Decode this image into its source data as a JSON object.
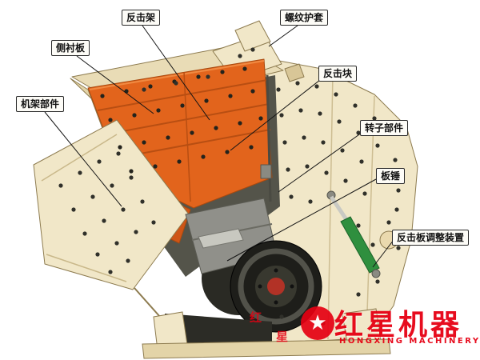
{
  "diagram": {
    "labels": [
      {
        "name": "impact-frame",
        "text": "反击架"
      },
      {
        "name": "thread-sleeve",
        "text": "螺纹护套"
      },
      {
        "name": "side-liner",
        "text": "侧衬板"
      },
      {
        "name": "impact-block",
        "text": "反击块"
      },
      {
        "name": "frame-parts",
        "text": "机架部件"
      },
      {
        "name": "rotor-parts",
        "text": "转子部件"
      },
      {
        "name": "blow-bar",
        "text": "板锤"
      },
      {
        "name": "impact-plate-adjuster",
        "text": "反击板调整装置"
      }
    ],
    "colors": {
      "housing_cream": "#f1e7c8",
      "liner_orange": "#e2641c",
      "cavity_dark": "#54544a",
      "flywheel_black": "#1e1e1a",
      "cylinder_green": "#2f8f3e"
    }
  },
  "watermark": {
    "brand": "红星机器",
    "subtitle": "HONGXING MACHINERY",
    "star": "★",
    "mini_marks": [
      "红",
      "星"
    ],
    "brand_color": "#e60012"
  }
}
